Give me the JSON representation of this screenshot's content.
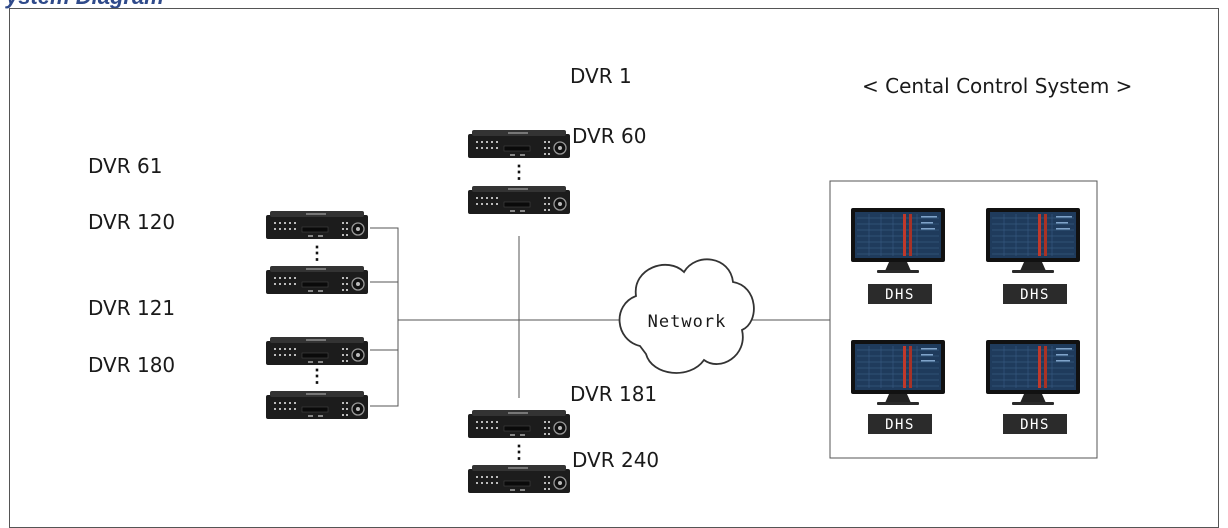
{
  "diagram": {
    "title_fragment": "ystem Diagram",
    "central_title": "< Cental Control System >",
    "network_label": "Network",
    "dvr_labels": {
      "dvr1": "DVR 1",
      "dvr60": "DVR 60",
      "dvr61": "DVR 61",
      "dvr120": "DVR 120",
      "dvr121": "DVR 121",
      "dvr180": "DVR 180",
      "dvr181": "DVR 181",
      "dvr240": "DVR 240"
    },
    "monitors": [
      {
        "label": "DHS"
      },
      {
        "label": "DHS"
      },
      {
        "label": "DHS"
      },
      {
        "label": "DHS"
      }
    ],
    "ellipsis": "⋮",
    "colors": {
      "title": "#2f4a8a",
      "dvr_body": "#1c1c1c",
      "line": "#555555",
      "screen": "#1f3b5c",
      "screen_accent": "#c0392b",
      "dhs_bg": "#2b2b2b"
    }
  }
}
